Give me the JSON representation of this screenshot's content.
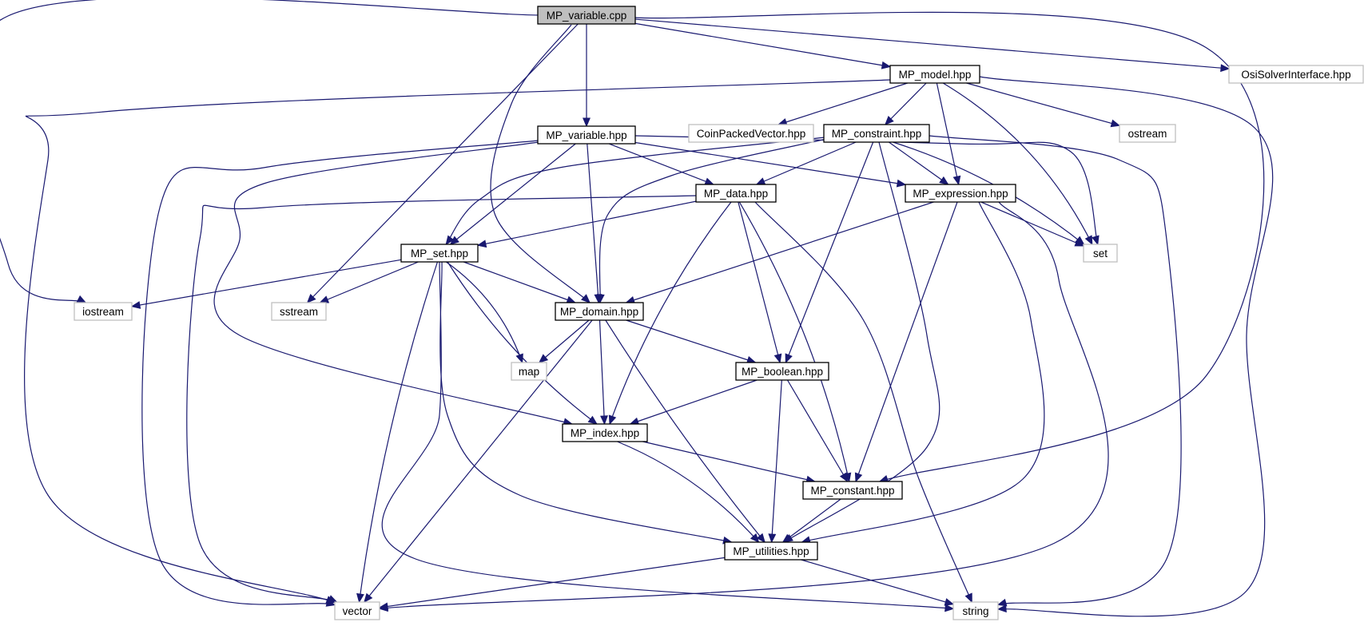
{
  "graph": {
    "nodes": [
      {
        "id": "mp_variable_cpp",
        "label": "MP_variable.cpp",
        "kind": "focus"
      },
      {
        "id": "mp_model_hpp",
        "label": "MP_model.hpp",
        "kind": "local"
      },
      {
        "id": "osisolverinterface_hpp",
        "label": "OsiSolverInterface.hpp",
        "kind": "external"
      },
      {
        "id": "mp_variable_hpp",
        "label": "MP_variable.hpp",
        "kind": "local"
      },
      {
        "id": "coinpackedvector_hpp",
        "label": "CoinPackedVector.hpp",
        "kind": "external"
      },
      {
        "id": "mp_constraint_hpp",
        "label": "MP_constraint.hpp",
        "kind": "local"
      },
      {
        "id": "ostream",
        "label": "ostream",
        "kind": "external"
      },
      {
        "id": "mp_data_hpp",
        "label": "MP_data.hpp",
        "kind": "local"
      },
      {
        "id": "mp_expression_hpp",
        "label": "MP_expression.hpp",
        "kind": "local"
      },
      {
        "id": "set",
        "label": "set",
        "kind": "external"
      },
      {
        "id": "mp_set_hpp",
        "label": "MP_set.hpp",
        "kind": "local"
      },
      {
        "id": "iostream",
        "label": "iostream",
        "kind": "external"
      },
      {
        "id": "sstream",
        "label": "sstream",
        "kind": "external"
      },
      {
        "id": "mp_domain_hpp",
        "label": "MP_domain.hpp",
        "kind": "local"
      },
      {
        "id": "map",
        "label": "map",
        "kind": "external"
      },
      {
        "id": "mp_boolean_hpp",
        "label": "MP_boolean.hpp",
        "kind": "local"
      },
      {
        "id": "mp_index_hpp",
        "label": "MP_index.hpp",
        "kind": "local"
      },
      {
        "id": "mp_constant_hpp",
        "label": "MP_constant.hpp",
        "kind": "local"
      },
      {
        "id": "mp_utilities_hpp",
        "label": "MP_utilities.hpp",
        "kind": "local"
      },
      {
        "id": "vector",
        "label": "vector",
        "kind": "external"
      },
      {
        "id": "string",
        "label": "string",
        "kind": "external"
      }
    ],
    "edges": [
      [
        "mp_variable_cpp",
        "mp_model_hpp"
      ],
      [
        "mp_variable_cpp",
        "osisolverinterface_hpp"
      ],
      [
        "mp_variable_cpp",
        "mp_variable_hpp"
      ],
      [
        "mp_variable_cpp",
        "iostream"
      ],
      [
        "mp_variable_cpp",
        "sstream"
      ],
      [
        "mp_variable_cpp",
        "mp_domain_hpp"
      ],
      [
        "mp_variable_cpp",
        "mp_constant_hpp"
      ],
      [
        "mp_model_hpp",
        "coinpackedvector_hpp"
      ],
      [
        "mp_model_hpp",
        "mp_constraint_hpp"
      ],
      [
        "mp_model_hpp",
        "ostream"
      ],
      [
        "mp_model_hpp",
        "mp_expression_hpp"
      ],
      [
        "mp_model_hpp",
        "set"
      ],
      [
        "mp_model_hpp",
        "string"
      ],
      [
        "mp_model_hpp",
        "vector"
      ],
      [
        "mp_variable_hpp",
        "mp_data_hpp"
      ],
      [
        "mp_variable_hpp",
        "mp_expression_hpp"
      ],
      [
        "mp_variable_hpp",
        "set"
      ],
      [
        "mp_variable_hpp",
        "mp_set_hpp"
      ],
      [
        "mp_variable_hpp",
        "mp_domain_hpp"
      ],
      [
        "mp_variable_hpp",
        "mp_index_hpp"
      ],
      [
        "mp_variable_hpp",
        "vector"
      ],
      [
        "mp_constraint_hpp",
        "mp_data_hpp"
      ],
      [
        "mp_constraint_hpp",
        "mp_expression_hpp"
      ],
      [
        "mp_constraint_hpp",
        "set"
      ],
      [
        "mp_constraint_hpp",
        "string"
      ],
      [
        "mp_constraint_hpp",
        "mp_set_hpp"
      ],
      [
        "mp_constraint_hpp",
        "mp_domain_hpp"
      ],
      [
        "mp_constraint_hpp",
        "mp_boolean_hpp"
      ],
      [
        "mp_constraint_hpp",
        "mp_utilities_hpp"
      ],
      [
        "mp_data_hpp",
        "mp_set_hpp"
      ],
      [
        "mp_data_hpp",
        "mp_index_hpp"
      ],
      [
        "mp_data_hpp",
        "mp_boolean_hpp"
      ],
      [
        "mp_data_hpp",
        "mp_constant_hpp"
      ],
      [
        "mp_data_hpp",
        "string"
      ],
      [
        "mp_data_hpp",
        "vector"
      ],
      [
        "mp_expression_hpp",
        "set"
      ],
      [
        "mp_expression_hpp",
        "mp_domain_hpp"
      ],
      [
        "mp_expression_hpp",
        "mp_constant_hpp"
      ],
      [
        "mp_expression_hpp",
        "mp_utilities_hpp"
      ],
      [
        "mp_expression_hpp",
        "vector"
      ],
      [
        "mp_set_hpp",
        "iostream"
      ],
      [
        "mp_set_hpp",
        "sstream"
      ],
      [
        "mp_set_hpp",
        "mp_domain_hpp"
      ],
      [
        "mp_set_hpp",
        "map"
      ],
      [
        "mp_set_hpp",
        "mp_index_hpp"
      ],
      [
        "mp_set_hpp",
        "mp_utilities_hpp"
      ],
      [
        "mp_set_hpp",
        "vector"
      ],
      [
        "mp_set_hpp",
        "string"
      ],
      [
        "mp_domain_hpp",
        "map"
      ],
      [
        "mp_domain_hpp",
        "mp_boolean_hpp"
      ],
      [
        "mp_domain_hpp",
        "mp_index_hpp"
      ],
      [
        "mp_domain_hpp",
        "mp_utilities_hpp"
      ],
      [
        "mp_domain_hpp",
        "vector"
      ],
      [
        "mp_boolean_hpp",
        "mp_index_hpp"
      ],
      [
        "mp_boolean_hpp",
        "mp_constant_hpp"
      ],
      [
        "mp_boolean_hpp",
        "mp_utilities_hpp"
      ],
      [
        "mp_index_hpp",
        "mp_constant_hpp"
      ],
      [
        "mp_index_hpp",
        "mp_utilities_hpp"
      ],
      [
        "mp_constant_hpp",
        "mp_utilities_hpp"
      ],
      [
        "mp_utilities_hpp",
        "vector"
      ],
      [
        "mp_utilities_hpp",
        "string"
      ]
    ]
  }
}
